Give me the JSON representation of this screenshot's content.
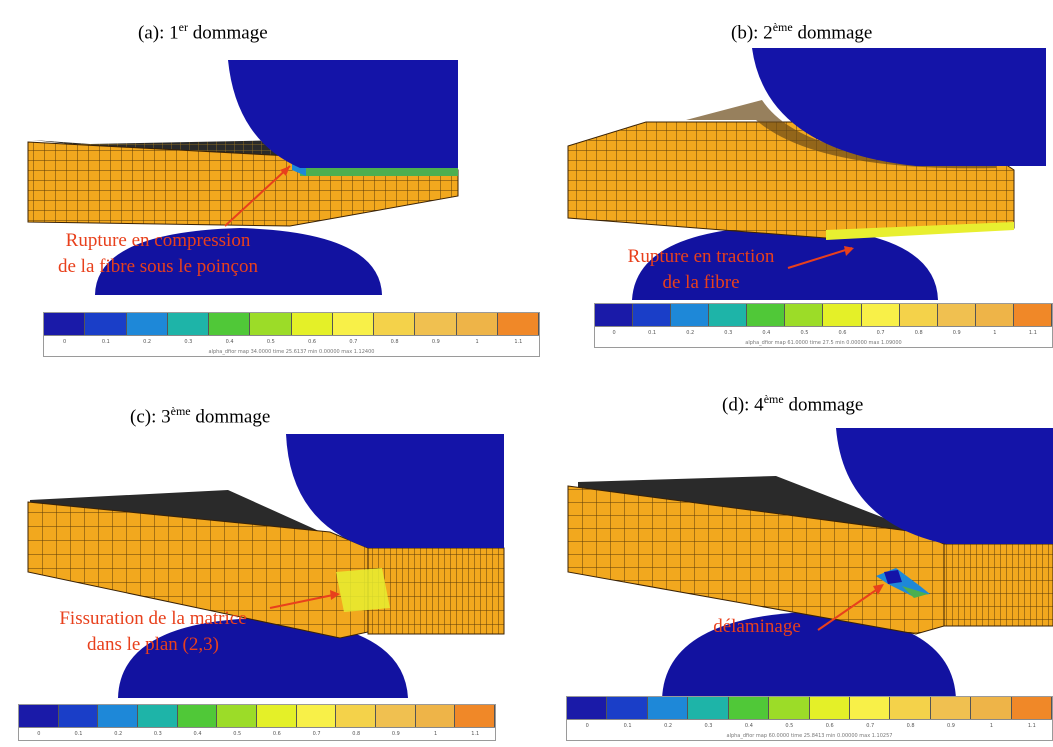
{
  "panels": [
    {
      "title_main": "(a): 1",
      "title_sup": "er",
      "title_rest": " dommage",
      "label_line1": "Rupture en compression",
      "label_line2": "de la fibre  sous le poinçon",
      "colorbar_note": "alpha_dfior map 34.0000    time 25.6137    min 0.00000  max 1.12400"
    },
    {
      "title_main": "(b): 2",
      "title_sup": "ème",
      "title_rest": " dommage",
      "label_line1": "Rupture en traction",
      "label_line2": "de la fibre",
      "colorbar_note": "alpha_dfior map 61.0000    time 27.5    min 0.00000  max 1.09000"
    },
    {
      "title_main": "(c): 3",
      "title_sup": "ème",
      "title_rest": " dommage",
      "label_line1": "Fissuration de la matrice",
      "label_line2": "dans le plan (2,3)",
      "colorbar_note": ""
    },
    {
      "title_main": "(d): 4",
      "title_sup": "ème",
      "title_rest": " dommage",
      "label_line1": "délaminage",
      "label_line2": "",
      "colorbar_note": "alpha_dfior map 60.0000    time 25.8413    min 0.00000  max 1.10257"
    }
  ],
  "colorbar": {
    "ticks": [
      "0",
      "0.1",
      "0.2",
      "0.3",
      "0.4",
      "0.5",
      "0.6",
      "0.7",
      "0.8",
      "0.9",
      "1",
      "1.1"
    ],
    "colors": [
      "#1a1aa8",
      "#1a3ec8",
      "#1e88d8",
      "#1eb4a8",
      "#50c838",
      "#9cdc28",
      "#e4f028",
      "#f8f048",
      "#f4d24a",
      "#f0c050",
      "#eeb448",
      "#f08828"
    ]
  }
}
